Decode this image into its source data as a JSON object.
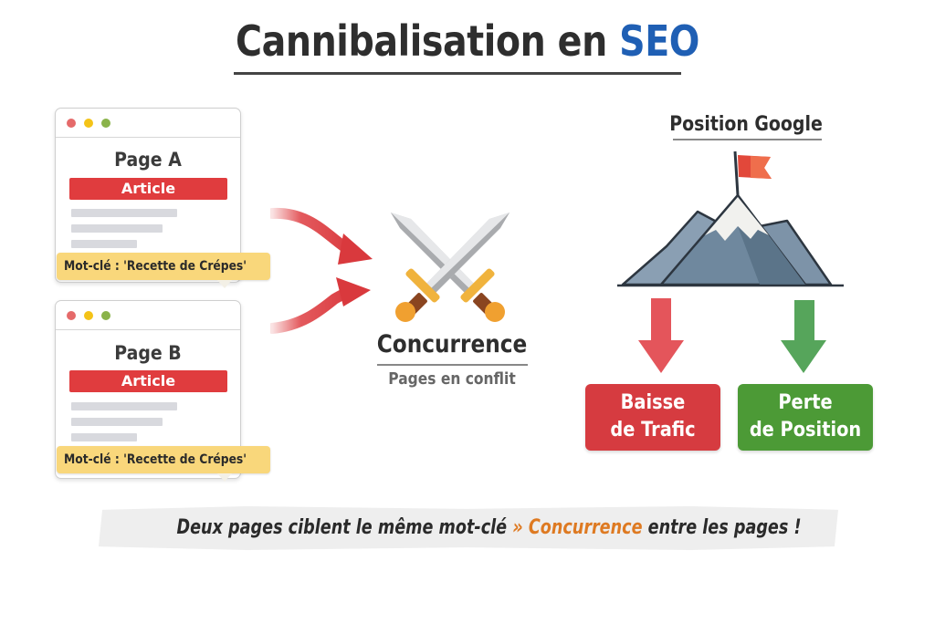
{
  "header": {
    "title_main": "Cannibalisation en ",
    "title_accent": "SEO"
  },
  "pages": [
    {
      "title": "Page A",
      "tag": "Article",
      "keyword": "Mot-clé : 'Recette de Crépes'"
    },
    {
      "title": "Page B",
      "tag": "Article",
      "keyword": "Mot-clé : 'Recette de Crépes'"
    }
  ],
  "center": {
    "icon": "crossed-swords-icon",
    "title": "Concurrence",
    "subtitle": "Pages en conflit"
  },
  "ranking": {
    "title": "Position Google",
    "icon": "mountain-flag-icon",
    "results": [
      {
        "line1": "Baisse",
        "line2": "de Trafic",
        "color": "#d63b40"
      },
      {
        "line1": "Perte",
        "line2": "de Position",
        "color": "#4c9a36"
      }
    ]
  },
  "banner": {
    "part1": "Deux pages ciblent le même mot-clé ",
    "arrow": "»",
    "highlight": "Concurrence",
    "part2": " entre les pages !"
  },
  "colors": {
    "accent_blue": "#1f5fb4",
    "article_red": "#e03c3e",
    "keyword_yellow": "#f9d77b",
    "highlight_orange": "#de7a22",
    "loss_red": "#d63b40",
    "loss_green": "#4c9a36"
  }
}
